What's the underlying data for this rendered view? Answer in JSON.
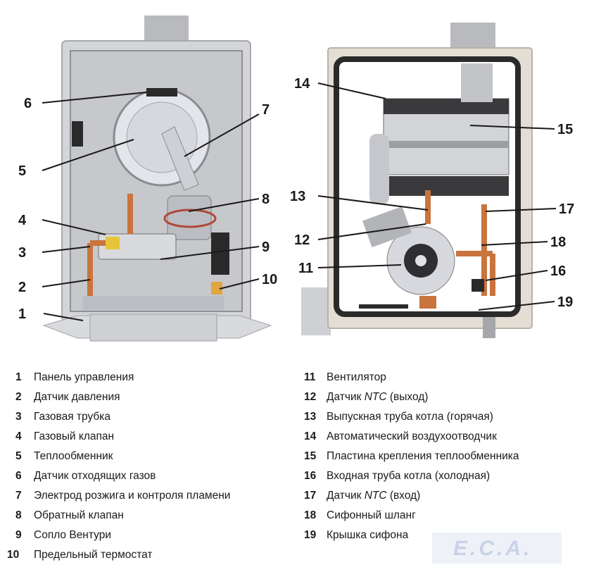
{
  "callouts": [
    "1",
    "2",
    "3",
    "4",
    "5",
    "6",
    "7",
    "8",
    "9",
    "10",
    "11",
    "12",
    "13",
    "14",
    "15",
    "16",
    "17",
    "18",
    "19"
  ],
  "legend": [
    {
      "num": "1",
      "text": "Панель управления"
    },
    {
      "num": "2",
      "text": "Датчик давления"
    },
    {
      "num": "3",
      "text": "Газовая трубка"
    },
    {
      "num": "4",
      "text": "Газовый клапан"
    },
    {
      "num": "5",
      "text": "Теплообменник"
    },
    {
      "num": "6",
      "text": "Датчик отходящих газов"
    },
    {
      "num": "7",
      "text": "Электрод розжига и контроля пламени"
    },
    {
      "num": "8",
      "text": "Обратный клапан"
    },
    {
      "num": "9",
      "text": "Сопло Вентури"
    },
    {
      "num": "10",
      "text": "Предельный термостат"
    },
    {
      "num": "11",
      "text": "Вентилятор"
    },
    {
      "num": "12",
      "text": "Датчик ",
      "ital": "NTC",
      "rest": " (выход)"
    },
    {
      "num": "13",
      "text": "Выпускная труба котла (горячая)"
    },
    {
      "num": "14",
      "text": "Автоматический воздухоотводчик"
    },
    {
      "num": "15",
      "text": "Пластина крепления теплообменника"
    },
    {
      "num": "16",
      "text": "Входная труба котла (холодная)"
    },
    {
      "num": "17",
      "text": "Датчик ",
      "ital": "NTC",
      "rest": " (вход)"
    },
    {
      "num": "18",
      "text": "Сифонный шланг"
    },
    {
      "num": "19",
      "text": "Крышка сифона"
    }
  ],
  "logo_text": "E.C.A.",
  "colors": {
    "frame": "#cfcfd3",
    "panel": "#bfc0c5",
    "pipe": "#c8743c",
    "dark": "#2a2a2a",
    "tan": "#d8d2c8"
  }
}
